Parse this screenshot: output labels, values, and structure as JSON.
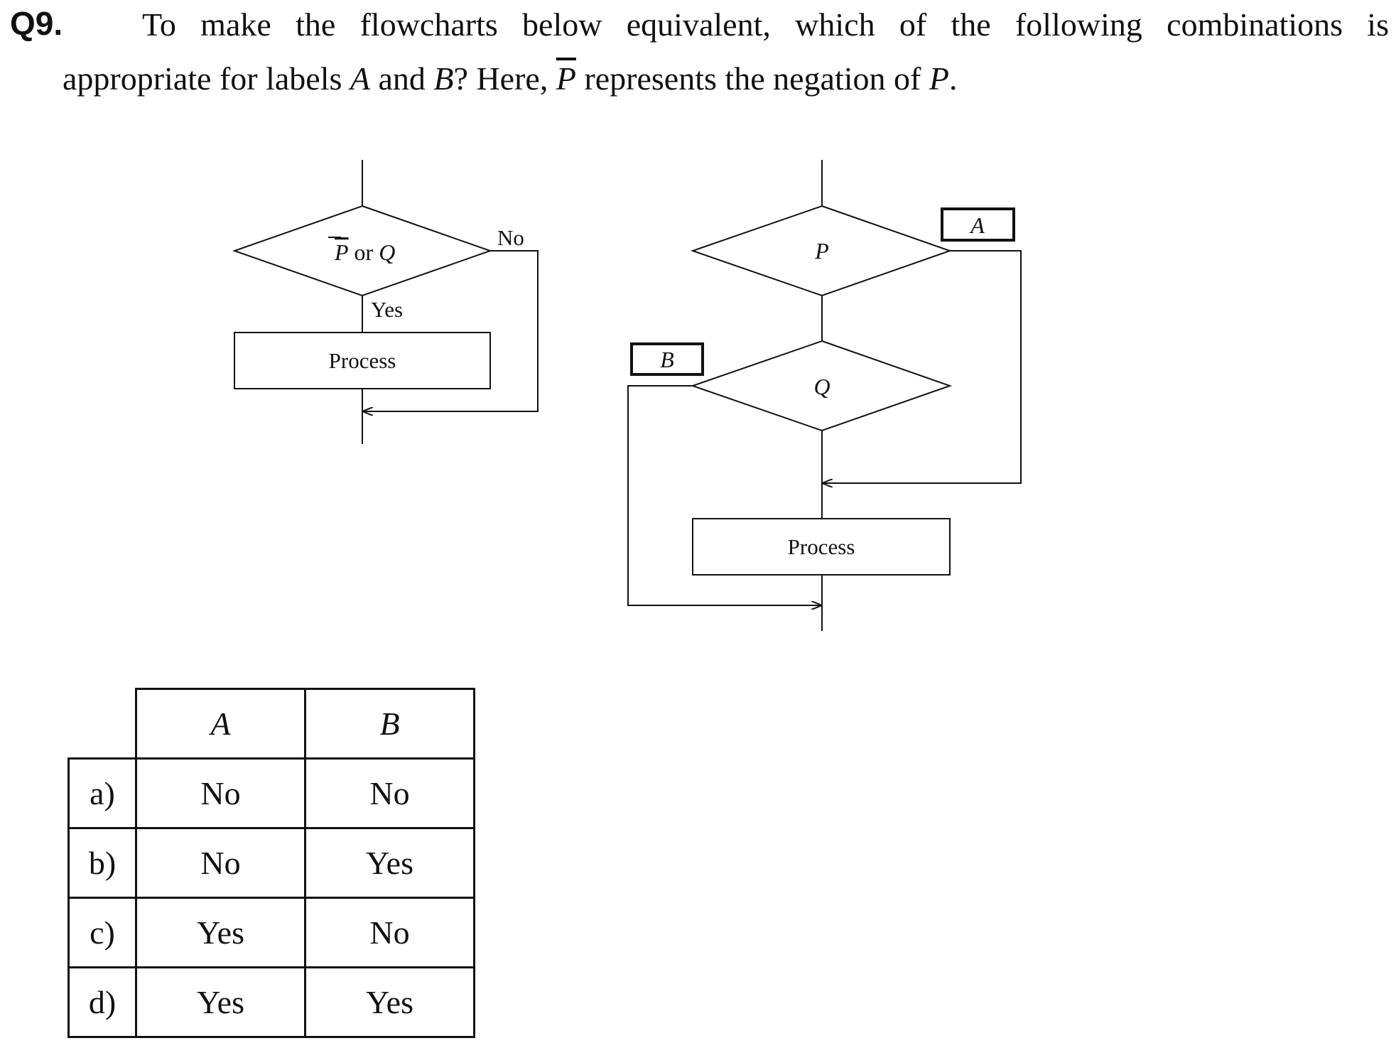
{
  "question": {
    "number": "Q9.",
    "line1": "To make the flowcharts below equivalent, which of the following combinations is",
    "line2_a": "appropriate for labels ",
    "line2_A": "A",
    "line2_b": " and ",
    "line2_B": "B",
    "line2_c": "? Here,  ",
    "line2_P": "P",
    "line2_d": " represents the negation of ",
    "line2_P2": "P",
    "line2_e": "."
  },
  "flowchart_left": {
    "condition_p": "P",
    "condition_or": " or ",
    "condition_q": "Q",
    "no_label": "No",
    "yes_label": "Yes",
    "process_label": "Process"
  },
  "flowchart_right": {
    "condition_1": "P",
    "condition_2": "Q",
    "label_a": "A",
    "label_b": "B",
    "process_label": "Process"
  },
  "answer_table": {
    "headers": [
      "A",
      "B"
    ],
    "rows": [
      {
        "option": "a)",
        "A": "No",
        "B": "No"
      },
      {
        "option": "b)",
        "A": "No",
        "B": "Yes"
      },
      {
        "option": "c)",
        "A": "Yes",
        "B": "No"
      },
      {
        "option": "d)",
        "A": "Yes",
        "B": "Yes"
      }
    ]
  }
}
